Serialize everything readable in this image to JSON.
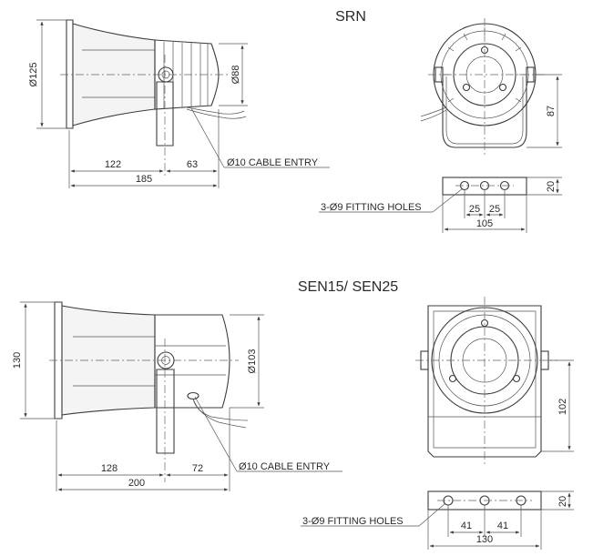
{
  "srn": {
    "title": "SRN",
    "d_body": "Ø125",
    "d_rear": "Ø88",
    "len_front": "122",
    "len_rear": "63",
    "len_total": "185",
    "cable_entry": "Ø10 CABLE ENTRY",
    "height": "87",
    "holes": "3-Ø9 FITTING HOLES",
    "hole_spacing_1": "25",
    "hole_spacing_2": "25",
    "bracket_width": "105",
    "bracket_thick": "20"
  },
  "sen": {
    "title": "SEN15/ SEN25",
    "d_body": "130",
    "d_rear": "Ø103",
    "len_front": "128",
    "len_rear": "72",
    "len_total": "200",
    "cable_entry": "Ø10 CABLE ENTRY",
    "height": "102",
    "holes": "3-Ø9 FITTING HOLES",
    "hole_spacing_1": "41",
    "hole_spacing_2": "41",
    "bracket_width": "130",
    "bracket_thick": "20"
  }
}
